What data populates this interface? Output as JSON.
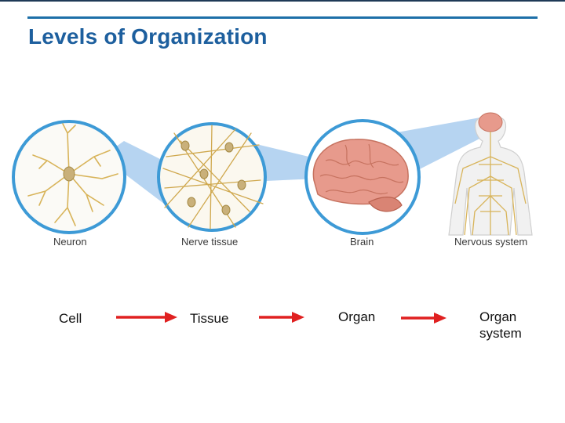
{
  "slide": {
    "title": "Levels of Organization"
  },
  "figure": {
    "labels": {
      "neuron": "Neuron",
      "nerve_tissue": "Nerve tissue",
      "brain": "Brain",
      "nervous_system": "Nervous system"
    }
  },
  "levels": [
    "Cell",
    "Tissue",
    "Organ",
    "Organ system"
  ],
  "colors": {
    "title": "#1d5f9e",
    "rule": "#1d6fa8",
    "circle_border": "#3d9ad6",
    "zoom_beam": "#a9cdee",
    "neuron": "#d8b45a",
    "brain": "#e79a8c",
    "arrow": "#e02020"
  },
  "icons": {
    "arrow": "arrow-right-icon"
  }
}
